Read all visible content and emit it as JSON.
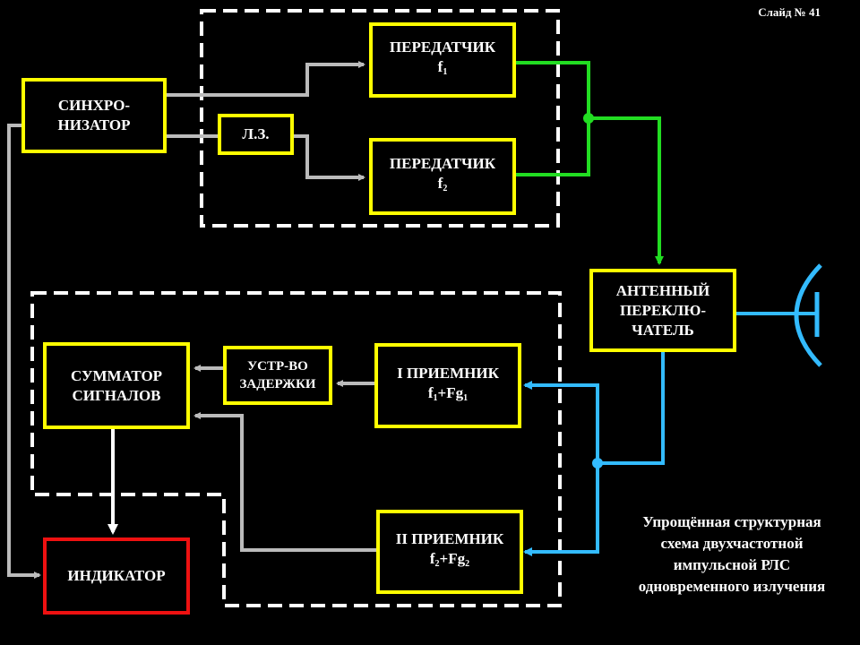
{
  "slide_number": "Слайд № 41",
  "blocks": {
    "sync": "СИНХРО-\nНИЗАТОР",
    "delay_line": "Л.З.",
    "tx1": {
      "name": "ПЕРЕДАТЧИК",
      "freq": "f",
      "freq_sub": "1"
    },
    "tx2": {
      "name": "ПЕРЕДАТЧИК",
      "freq": "f",
      "freq_sub": "2"
    },
    "antenna_switch": "АНТЕННЫЙ\nПЕРЕКЛЮ-\nЧАТЕЛЬ",
    "summator": "СУММАТОР\nСИГНАЛОВ",
    "delay_device": "УСТР-ВО\nЗАДЕРЖКИ",
    "rx1": {
      "name": "I ПРИЕМНИК",
      "f": "f",
      "f_sub": "1",
      "plus": "+Fg",
      "fg_sub": "1"
    },
    "rx2": {
      "name": "II ПРИЕМНИК",
      "f": "f",
      "f_sub": "2",
      "plus": "+Fg",
      "fg_sub": "2"
    },
    "indicator": "ИНДИКАТОР"
  },
  "caption": "Упрощённая структурная\nсхема двухчастотной\nимпульсной РЛС\nодновременного излучения",
  "colors": {
    "block_border": "#ffff00",
    "indicator_border": "#ee1111",
    "tx_wire": "#22dd22",
    "rx_wire": "#33bbff",
    "ctrl_wire": "#bbbbbb",
    "dashed_frame": "#ffffff"
  }
}
